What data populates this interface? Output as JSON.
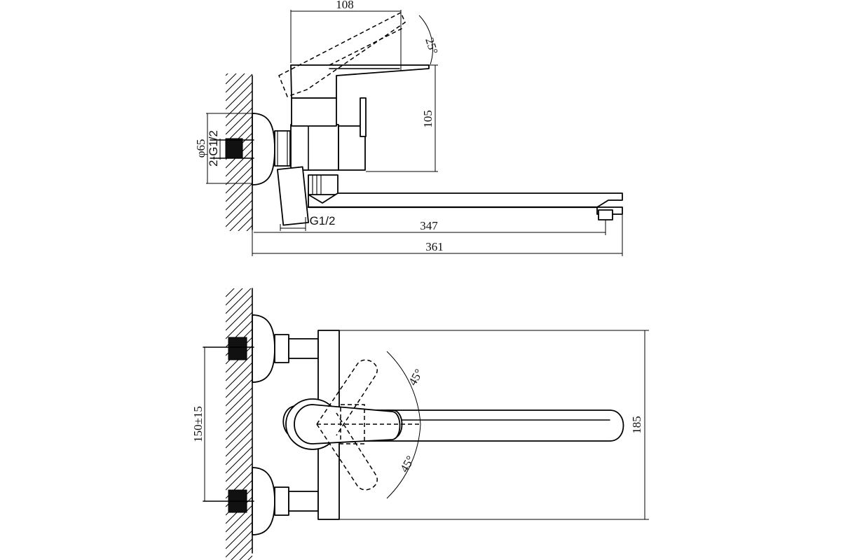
{
  "dimensions": {
    "top_width_108": "108",
    "lever_angle_25": "25°",
    "height_105": "105",
    "flange_dia_65": "φ65",
    "inlet_thread": "2-G1/2",
    "outlet_thread": "G1/2",
    "spout_reach_347": "347",
    "total_length_361": "361",
    "center_distance": "150±15",
    "height_185": "185",
    "angle_upper_45": "45°",
    "angle_lower_45": "45°"
  }
}
